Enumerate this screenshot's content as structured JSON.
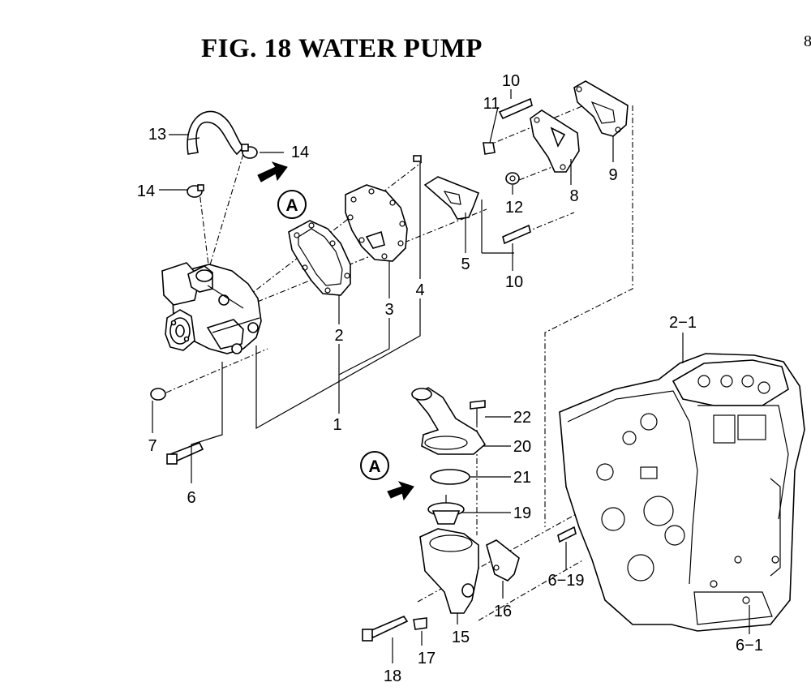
{
  "title": "FIG. 18  WATER PUMP",
  "edge_mark": "8",
  "callout": "A",
  "labels": {
    "p1": "1",
    "p2": "2",
    "p3": "3",
    "p4": "4",
    "p5": "5",
    "p6": "6",
    "p7": "7",
    "p8": "8",
    "p9": "9",
    "p10a": "10",
    "p10b": "10",
    "p11": "11",
    "p12": "12",
    "p13": "13",
    "p14a": "14",
    "p14b": "14",
    "p15": "15",
    "p16": "16",
    "p17": "17",
    "p18": "18",
    "p19": "19",
    "p20": "20",
    "p21": "21",
    "p22": "22",
    "p2_1": "2−1",
    "p6_1": "6−1",
    "p6_19": "6−19"
  }
}
